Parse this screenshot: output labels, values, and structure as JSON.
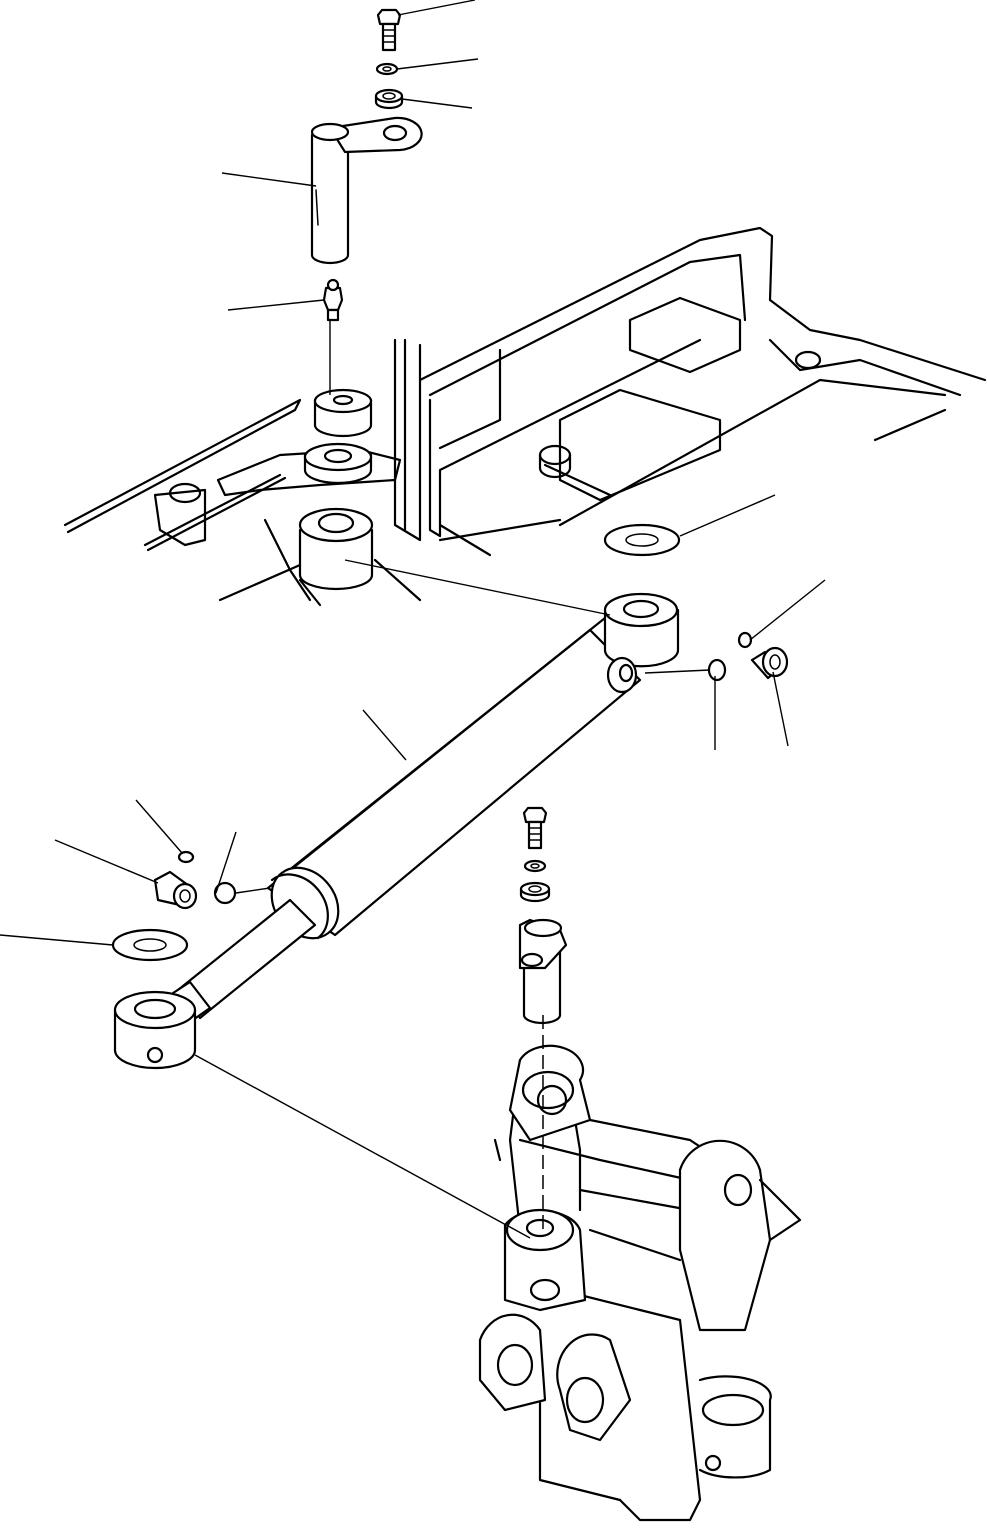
{
  "diagram": {
    "colors": {
      "ink": "#000000",
      "paper": "#ffffff"
    },
    "parts": [
      "bolt-top",
      "washer-top",
      "spacer-top",
      "pin-top",
      "grease-fitting-top",
      "frame",
      "cylinder-barrel",
      "cylinder-rod",
      "washer-right",
      "o-ring-right",
      "snap-ring-right",
      "grease-fitting-right",
      "snap-ring-left",
      "grease-fitting-left",
      "o-ring-left",
      "washer-left",
      "bolt-lower",
      "washer-lower",
      "spacer-lower",
      "pin-lower",
      "axle-knuckle"
    ]
  }
}
